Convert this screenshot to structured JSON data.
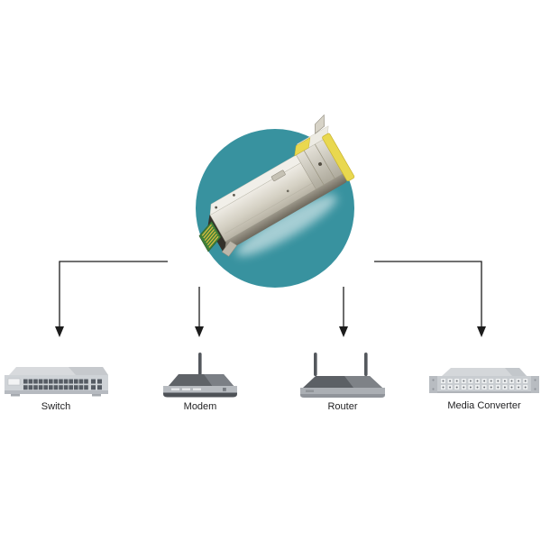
{
  "diagram": {
    "subject": {
      "icon": "sfp-copper-transceiver-photo",
      "circle_color": "#38929f"
    },
    "arrow_color": "#1c1c1c",
    "devices": [
      {
        "label": "Switch",
        "icon": "network-switch-icon"
      },
      {
        "label": "Modem",
        "icon": "modem-icon"
      },
      {
        "label": "Router",
        "icon": "router-icon"
      },
      {
        "label": "Media Converter",
        "icon": "media-converter-icon"
      }
    ]
  }
}
